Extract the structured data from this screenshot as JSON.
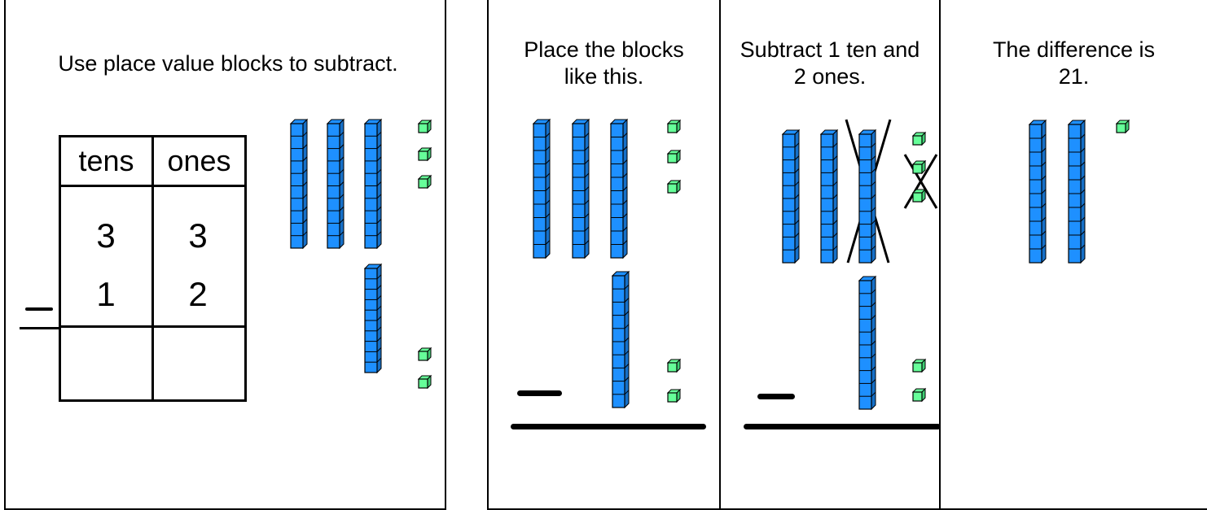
{
  "intro": {
    "instruction": "Use place value blocks to subtract.",
    "table": {
      "headers": [
        "tens",
        "ones"
      ],
      "minuend": {
        "tens": "3",
        "ones": "3"
      },
      "subtrahend": {
        "tens": "1",
        "ones": "2"
      },
      "minus_sign": "_"
    },
    "minuend_rods": 3,
    "minuend_units": 3,
    "subtrahend_rods": 1,
    "subtrahend_units": 2
  },
  "steps": [
    {
      "caption_line1": "Place the blocks",
      "caption_line2": "like this."
    },
    {
      "caption_line1": "Subtract 1 ten and",
      "caption_line2": "2 ones."
    },
    {
      "caption_line1": "The difference is",
      "caption_line2": "21."
    }
  ],
  "colors": {
    "tens_block": "#1e90ff",
    "ones_block": "#66ff99",
    "outline": "#000000"
  },
  "icons": {
    "tens": "ten-rod-icon",
    "ones": "unit-cube-icon",
    "cross": "cross-out-icon"
  }
}
